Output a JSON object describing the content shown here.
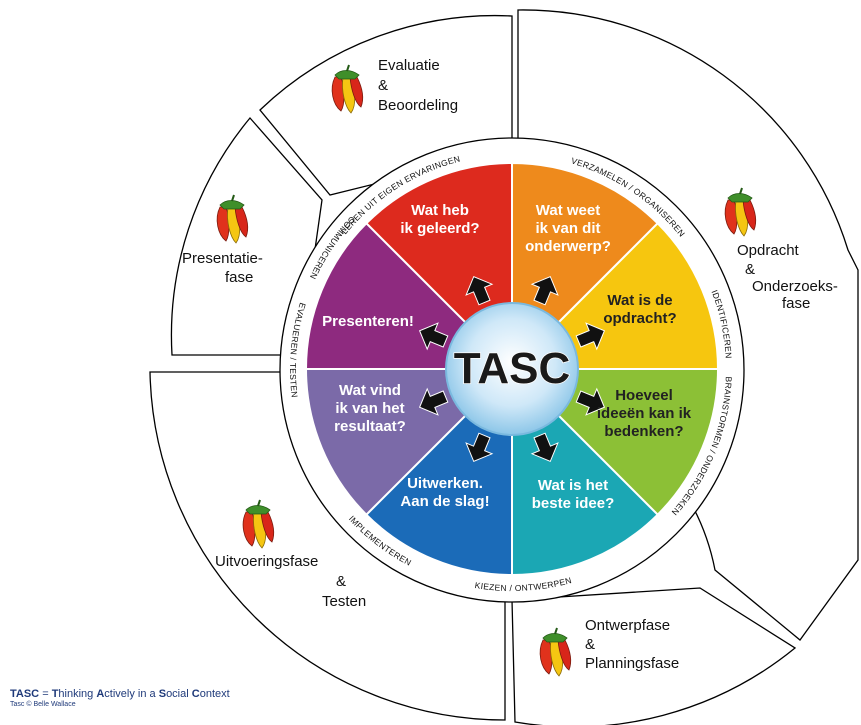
{
  "center_label": "TASC",
  "colors": {
    "red": "#dd2a1e",
    "orange": "#ee8a1c",
    "yellow": "#f6c60f",
    "green": "#8cc036",
    "teal": "#1ba7b4",
    "blue": "#1b6bb8",
    "lavender": "#7b6aa8",
    "purple": "#8e2a7f",
    "hub": "#bfe0f5",
    "hub_edge": "#7ab9df"
  },
  "segments": [
    {
      "id": "red",
      "color": "#dd2a1e",
      "lines": [
        "Wat heb",
        "ik geleerd?"
      ],
      "text_color": "#ffffff"
    },
    {
      "id": "orange",
      "color": "#ee8a1c",
      "lines": [
        "Wat weet",
        "ik van dit",
        "onderwerp?"
      ],
      "text_color": "#ffffff"
    },
    {
      "id": "yellow",
      "color": "#f6c60f",
      "lines": [
        "Wat is de",
        "opdracht?"
      ],
      "text_color": "#222222"
    },
    {
      "id": "green",
      "color": "#8cc036",
      "lines": [
        "Hoeveel",
        "ideeën kan ik",
        "bedenken?"
      ],
      "text_color": "#222222"
    },
    {
      "id": "teal",
      "color": "#1ba7b4",
      "lines": [
        "Wat is het",
        "beste idee?"
      ],
      "text_color": "#ffffff"
    },
    {
      "id": "blue",
      "color": "#1b6bb8",
      "lines": [
        "Uitwerken.",
        "Aan de slag!"
      ],
      "text_color": "#ffffff"
    },
    {
      "id": "lavender",
      "color": "#7b6aa8",
      "lines": [
        "Wat vind",
        "ik van het",
        "resultaat?"
      ],
      "text_color": "#ffffff"
    },
    {
      "id": "purple",
      "color": "#8e2a7f",
      "lines": [
        "Presenteren!"
      ],
      "text_color": "#ffffff"
    }
  ],
  "ring_labels": [
    {
      "id": "leren",
      "text": "LEREN UIT EIGEN ERVARINGEN"
    },
    {
      "id": "verzamelen",
      "text": "VERZAMELEN / ORGANISEREN"
    },
    {
      "id": "identificeren",
      "text": "IDENTIFICEREN"
    },
    {
      "id": "brainstormen",
      "text": "BRAINSTORMEN / ONDERZOEKEN"
    },
    {
      "id": "kiezen",
      "text": "KIEZEN / ONTWERPEN"
    },
    {
      "id": "implementeren",
      "text": "IMPLEMENTEREN"
    },
    {
      "id": "evalueren",
      "text": "EVALUEREN / TESTEN"
    },
    {
      "id": "communiceren",
      "text": "COMMUNICEREN"
    }
  ],
  "phases": [
    {
      "id": "evaluatie",
      "lines": [
        "Evaluatie",
        "&",
        "Beoordeling"
      ]
    },
    {
      "id": "opdracht",
      "lines": [
        "Opdracht",
        "&",
        "Onderzoeks-",
        "fase"
      ]
    },
    {
      "id": "ontwerp",
      "lines": [
        "Ontwerpfase",
        "&",
        "Planningsfase"
      ]
    },
    {
      "id": "uitvoering",
      "lines": [
        "Uitvoeringsfase",
        "&",
        "Testen"
      ]
    },
    {
      "id": "presentatie",
      "lines": [
        "Presentatie-",
        "fase"
      ]
    }
  ],
  "footer": {
    "line1_parts": [
      "TASC",
      " = ",
      "T",
      "hinking ",
      "A",
      "ctively in a ",
      "S",
      "ocial ",
      "C",
      "ontext"
    ],
    "line2": "Tasc © Belle Wallace"
  }
}
